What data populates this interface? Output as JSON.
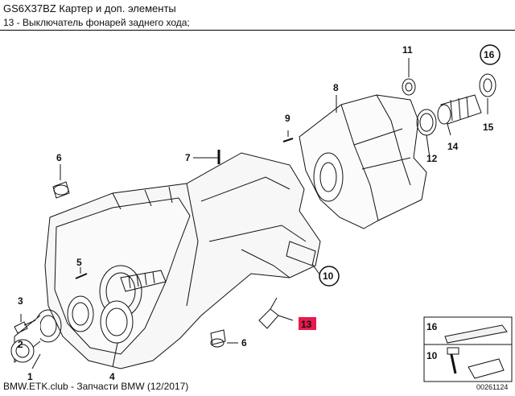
{
  "header": {
    "title": "GS6X37BZ Картер и доп. элементы",
    "subtitle": "13 - Выключатель фонарей заднего хода;"
  },
  "colors": {
    "highlight": "#e8194b",
    "line": "#111111",
    "paper": "#ffffff"
  },
  "callouts": {
    "c1": "1",
    "c2": "2",
    "c3": "3",
    "c4": "4",
    "c5": "5",
    "c6a": "6",
    "c6b": "6",
    "c7": "7",
    "c8": "8",
    "c9": "9",
    "c10": "10",
    "c11": "11",
    "c12": "12",
    "c13": "13",
    "c14": "14",
    "c15": "15",
    "c16": "16"
  },
  "inset": {
    "row1_label": "16",
    "row2_label": "10"
  },
  "figure_number": "00261124",
  "footer": {
    "text": "BMW.ETK.club - Запчасти BMW (12/2017)"
  }
}
